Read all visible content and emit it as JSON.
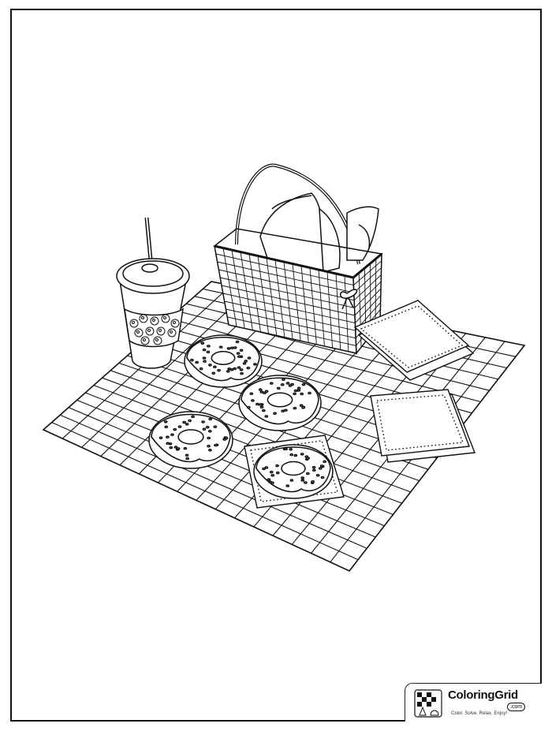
{
  "brand": {
    "name": "ColoringGrid",
    "tld": ".com",
    "tagline": "Color. Solve. Relax. Enjoy!"
  },
  "illustration": {
    "subject": "picnic-blanket-with-donuts-drink-basket-napkins",
    "style": "line-art",
    "ink_color": "#111111",
    "paper_color": "#ffffff"
  }
}
